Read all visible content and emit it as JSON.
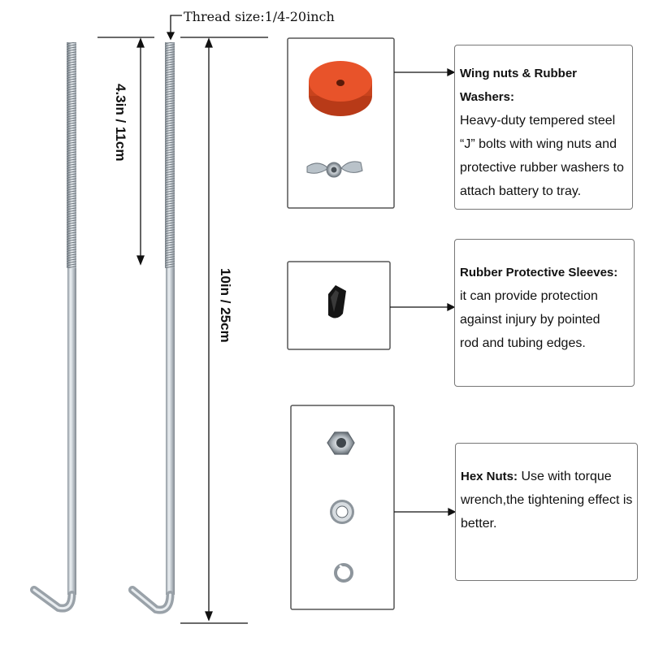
{
  "dimensions": {
    "thread_size": "Thread size:1/4-20inch",
    "thread_length": "4.3in / 11cm",
    "total_length": "10in / 25cm"
  },
  "features": [
    {
      "title": "Wing nuts & Rubber Washers:",
      "text": "Heavy-duty tempered steel “J” bolts with wing nuts and protective rubber washers to attach battery to tray."
    },
    {
      "title": "Rubber Protective Sleeves:",
      "text": "it can provide protection against injury by pointed rod and tubing edges."
    },
    {
      "title": "Hex Nuts:",
      "text": "Use with torque wrench,the tightening effect is better."
    }
  ],
  "colors": {
    "washer": "#e8532a",
    "rod": "#cfd6dc",
    "sleeve": "#151515",
    "nut": "#a9b0b6"
  }
}
